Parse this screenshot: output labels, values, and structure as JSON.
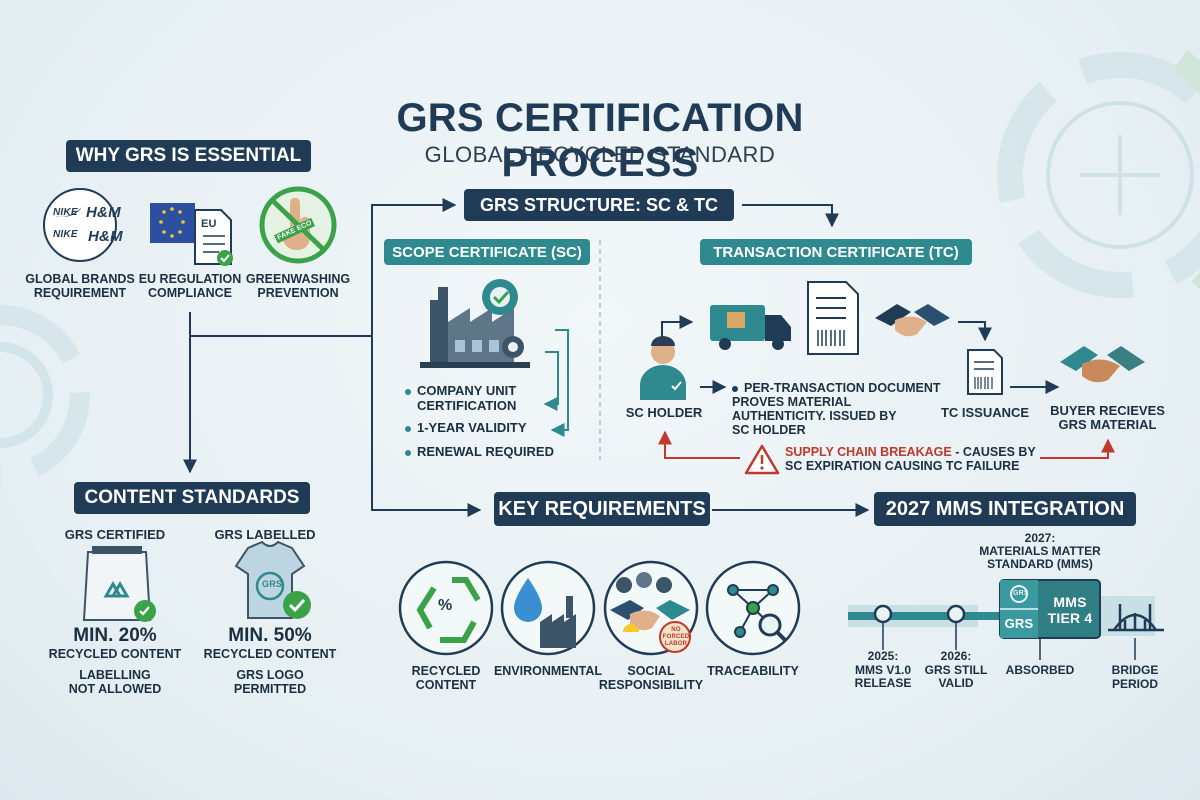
{
  "header": {
    "title": "GRS CERTIFICATION PROCESS",
    "subtitle": "GLOBAL RECYCLED STANDARD"
  },
  "why": {
    "heading": "WHY GRS IS ESSENTIAL",
    "items": [
      {
        "line1": "GLOBAL BRANDS",
        "line2": "REQUIREMENT",
        "icon": "brand-logos-icon"
      },
      {
        "line1": "EU REGULATION",
        "line2": "COMPLIANCE",
        "icon": "eu-document-icon"
      },
      {
        "line1": "GREENWASHING",
        "line2": "PREVENTION",
        "icon": "no-greenwashing-icon"
      }
    ],
    "brand_text": {
      "nike1": "NIKE",
      "hm1": "H&M",
      "nike2": "NIKE",
      "hm2": "H&M"
    },
    "eu_tag": "EU",
    "fake_eco": "FAKE ECO"
  },
  "structure": {
    "heading": "GRS STRUCTURE: SC & TC",
    "sc": {
      "heading": "SCOPE CERTIFICATE (SC)",
      "bullets": [
        "COMPANY UNIT",
        "CERTIFICATION",
        "1-YEAR VALIDITY",
        "RENEWAL REQUIRED"
      ]
    },
    "tc": {
      "heading": "TRANSACTION CERTIFICATE (TC)",
      "sc_holder": "SC HOLDER",
      "doc_l1": "PER-TRANSACTION DOCUMENT",
      "doc_l2": "PROVES MATERIAL",
      "doc_l3": "AUTHENTICITY. ISSUED BY",
      "doc_l4": "SC HOLDER",
      "issuance": "TC ISSUANCE",
      "buyer_l1": "BUYER RECIEVES",
      "buyer_l2": "GRS MATERIAL",
      "warn_red": "SUPPLY CHAIN BREAKAGE",
      "warn_l1": "- CAUSES BY",
      "warn_l2": "SC EXPIRATION CAUSING TC FAILURE"
    }
  },
  "content": {
    "heading": "CONTENT STANDARDS",
    "certified": {
      "title": "GRS CERTIFIED",
      "min": "MIN. 20%",
      "sub": "RECYCLED CONTENT",
      "note1": "LABELLING",
      "note2": "NOT ALLOWED"
    },
    "labelled": {
      "title": "GRS LABELLED",
      "min": "MIN. 50%",
      "sub": "RECYCLED CONTENT",
      "note1": "GRS LOGO",
      "note2": "PERMITTED",
      "shirt_tag": "GRS"
    }
  },
  "key": {
    "heading": "KEY REQUIREMENTS",
    "items": [
      {
        "line1": "RECYCLED",
        "line2": "CONTENT",
        "icon": "recycle-percent-icon"
      },
      {
        "line1": "ENVIRONMENTAL",
        "line2": "",
        "icon": "water-factory-icon"
      },
      {
        "line1": "SOCIAL",
        "line2": "RESPONSIBILITY",
        "icon": "handshake-people-icon"
      },
      {
        "line1": "TRACEABILITY",
        "line2": "",
        "icon": "network-search-icon"
      }
    ],
    "pct": "%",
    "no_forced": {
      "l1": "NO",
      "l2": "FORCED",
      "l3": "LABOR"
    }
  },
  "mms": {
    "heading": "2027 MMS INTEGRATION",
    "top_l1": "2027:",
    "top_l2": "MATERIALS MATTER",
    "top_l3": "STANDARD (MMS)",
    "grs_small": "GRS",
    "grs_box": "GRS",
    "tier_l1": "MMS",
    "tier_l2": "TIER 4",
    "steps": [
      {
        "line1": "2025:",
        "line2": "MMS V1.0",
        "line3": "RELEASE"
      },
      {
        "line1": "2026:",
        "line2": "GRS STILL",
        "line3": "VALID"
      },
      {
        "line1": "ABSORBED",
        "line2": "",
        "line3": ""
      },
      {
        "line1": "BRIDGE",
        "line2": "PERIOD",
        "line3": ""
      }
    ]
  },
  "colors": {
    "navy": "#1f3b55",
    "teal": "#2f8a8f",
    "green": "#3aa34a",
    "red": "#c0392b"
  }
}
